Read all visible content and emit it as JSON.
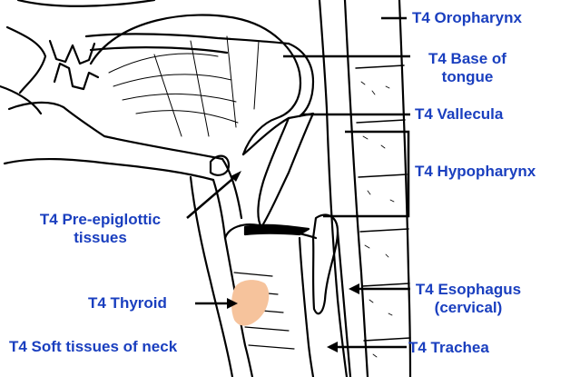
{
  "colors": {
    "label": "#1a3fbf",
    "line": "#000000",
    "thyroid": "#f6c39c",
    "background": "#ffffff"
  },
  "labels": {
    "oropharynx": "T4 Oropharynx",
    "base_of_tongue": "T4 Base of tongue",
    "base_of_tongue_l1": "T4 Base of",
    "base_of_tongue_l2": "tongue",
    "vallecula": "T4 Vallecula",
    "hypopharynx": "T4 Hypopharynx",
    "pre_epiglottic_l1": "T4 Pre-epiglottic",
    "pre_epiglottic_l2": "tissues",
    "thyroid": "T4 Thyroid",
    "soft_tissues_neck": "T4 Soft tissues of neck",
    "esophagus_l1": "T4 Esophagus",
    "esophagus_l2": "(cervical)",
    "trachea": "T4 Trachea"
  }
}
